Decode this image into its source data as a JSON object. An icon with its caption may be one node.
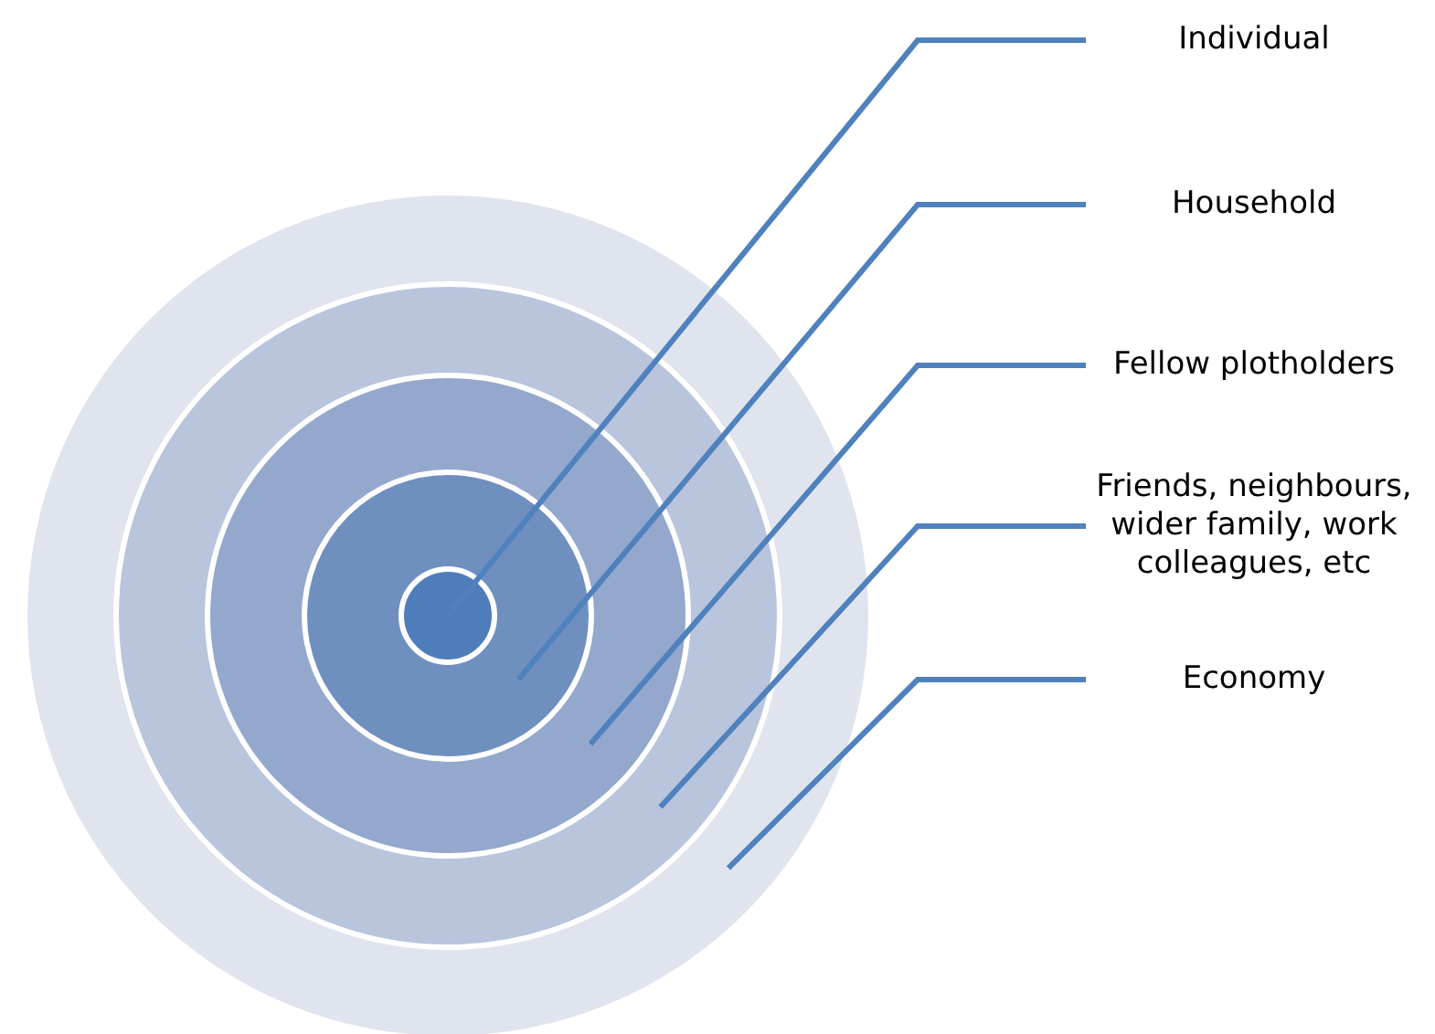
{
  "diagram": {
    "nodes": [
      {
        "text": [],
        "shape": "circle"
      },
      {
        "text": [],
        "shape": "circle",
        "in": 0
      },
      {
        "text": [],
        "shape": "circle",
        "in": 1
      },
      {
        "text": [],
        "shape": "circle",
        "in": 2
      },
      {
        "text": [],
        "shape": "circle",
        "in": 3
      },
      {
        "text": [
          "Individual"
        ]
      },
      {
        "text": [
          "Household"
        ]
      },
      {
        "text": [
          "Fellow plotholders"
        ]
      },
      {
        "text": [
          "Friends, neighbours, wider family, work colleagues, etc"
        ]
      },
      {
        "text": [
          "Economy"
        ]
      }
    ],
    "edges": [
      {
        "from": 5,
        "to": 4,
        "arrow": "none"
      },
      {
        "from": 6,
        "to": 3,
        "arrow": "none"
      },
      {
        "from": 7,
        "to": 2,
        "arrow": "none"
      },
      {
        "from": 8,
        "to": 1,
        "arrow": "none"
      },
      {
        "from": 9,
        "to": 0,
        "arrow": "none"
      }
    ]
  }
}
